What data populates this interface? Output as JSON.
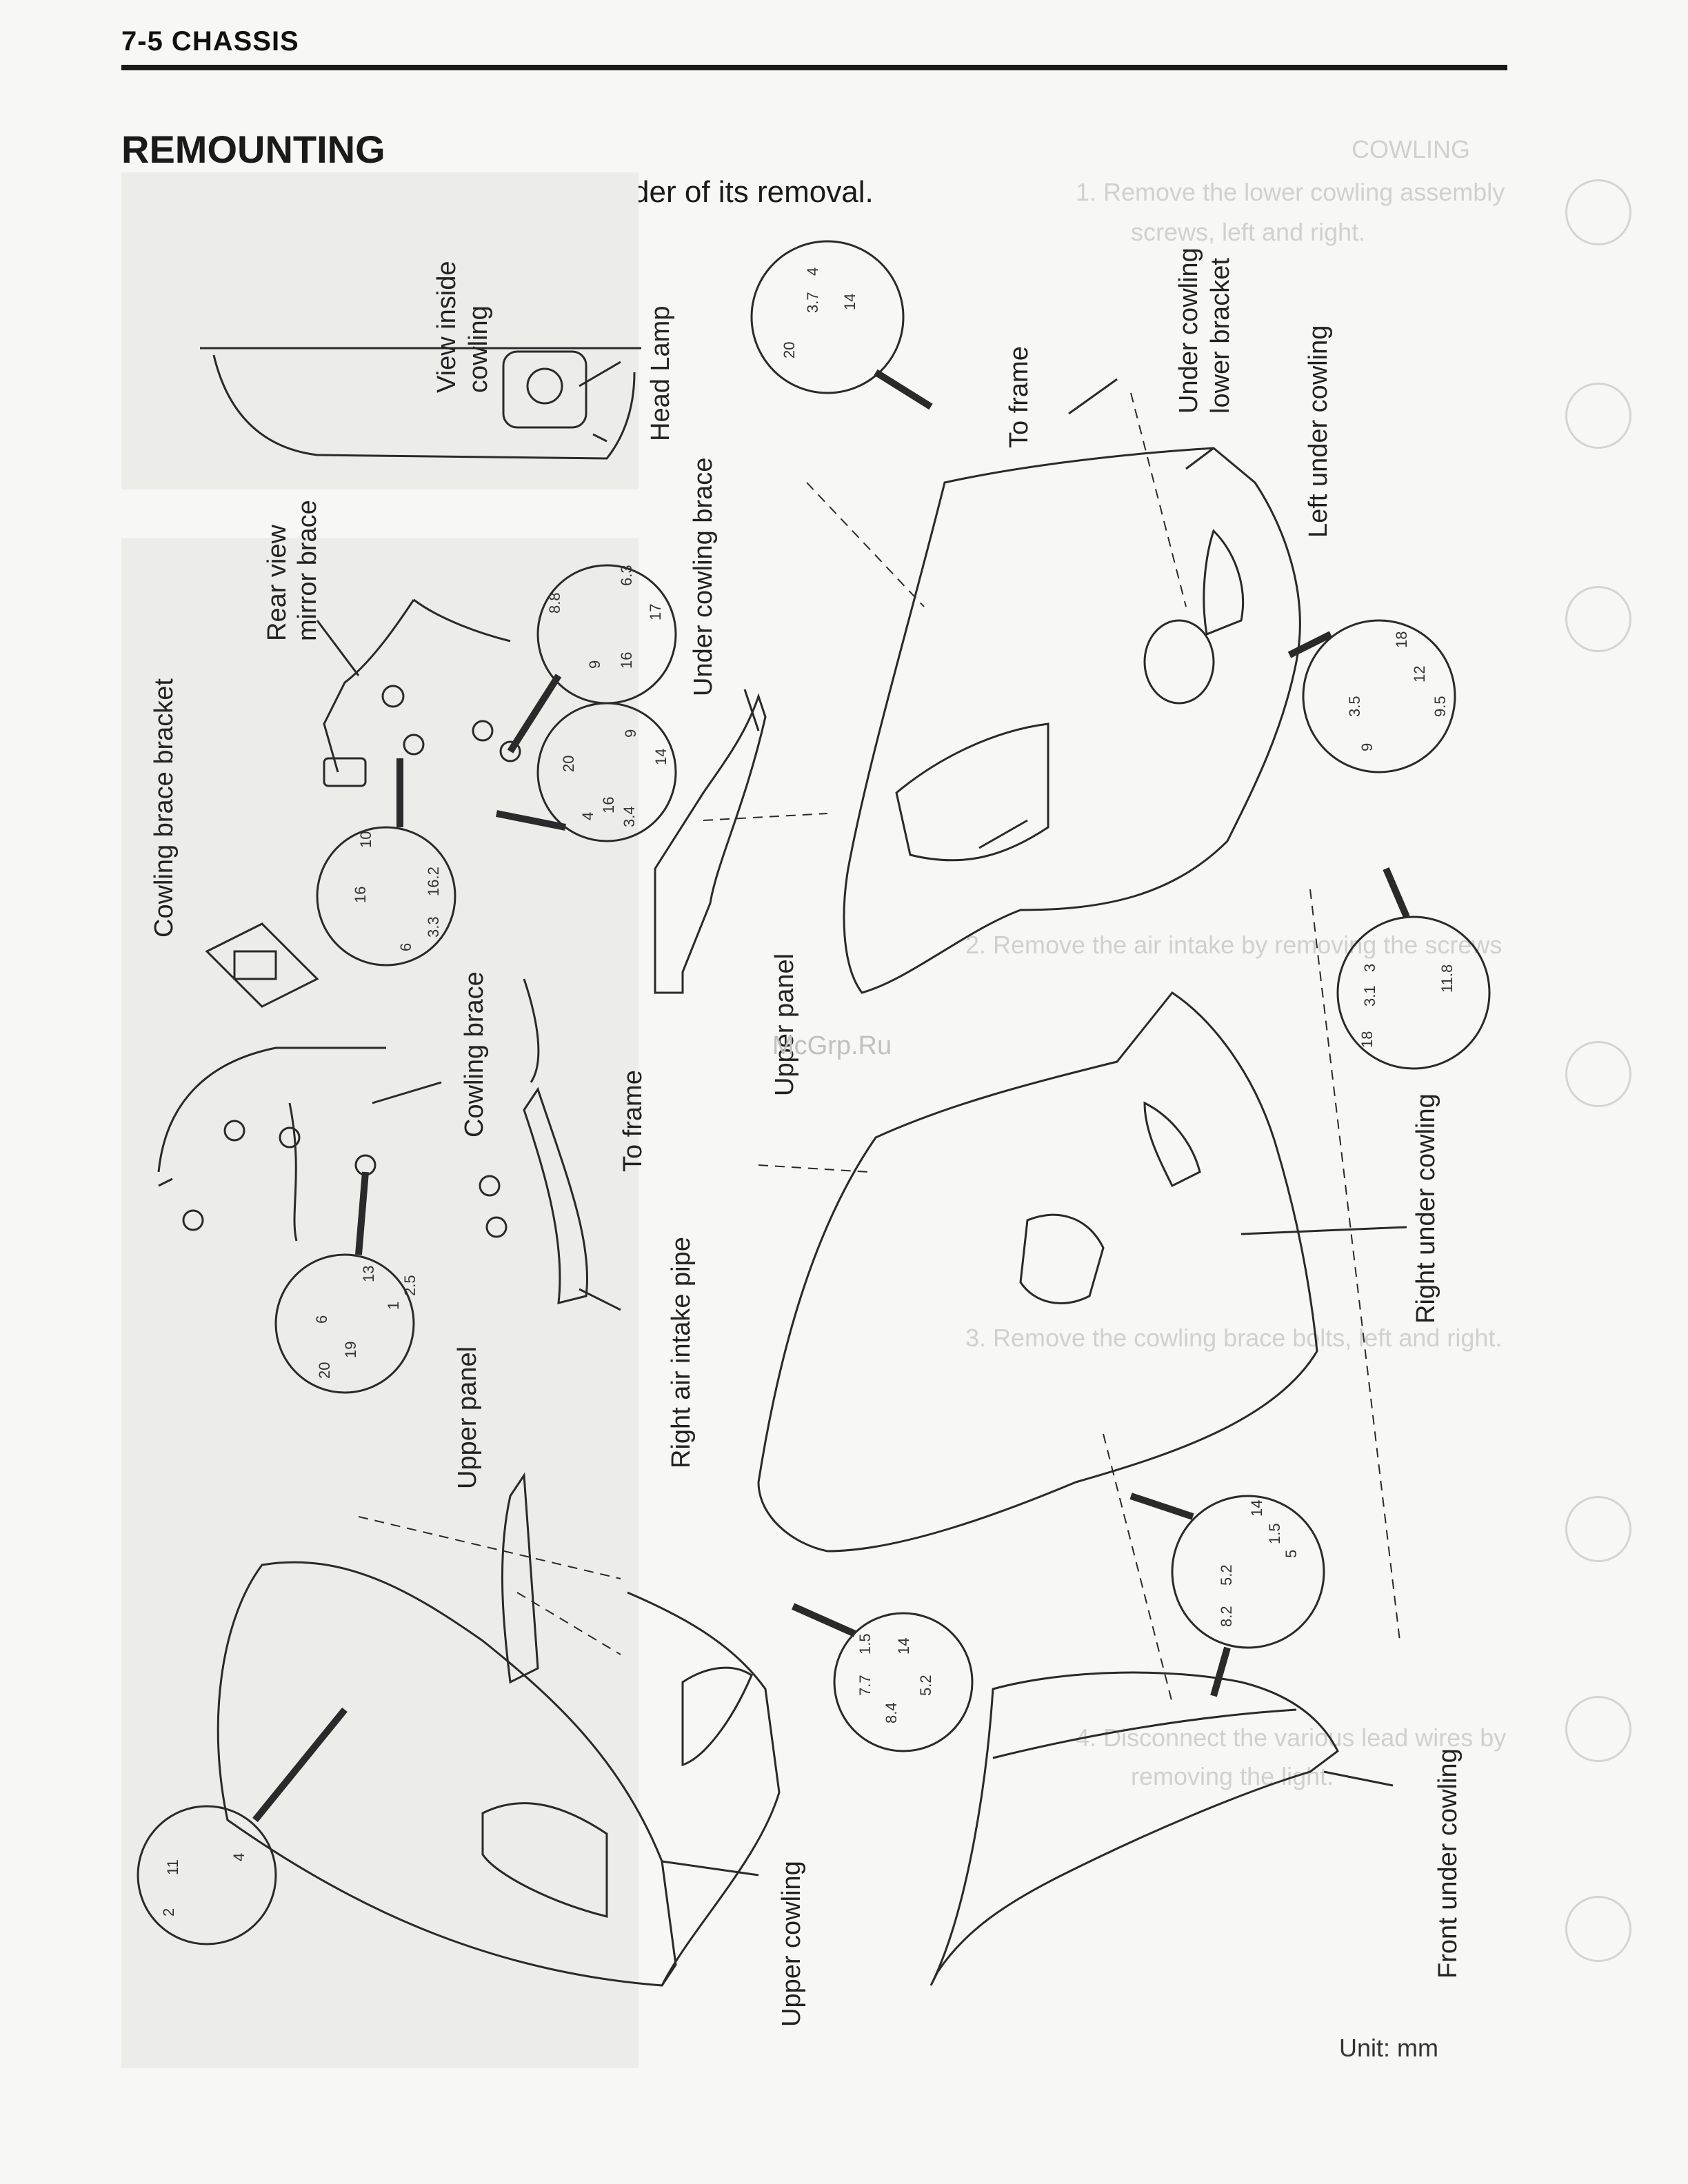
{
  "header": {
    "section": "7-5  CHASSIS"
  },
  "title": "REMOUNTING",
  "subtitle": "Remount the cowling in the reverse order of its removal.",
  "watermark": "McGrp.Ru",
  "unit": "Unit: mm",
  "labels": {
    "view_inside": "View inside",
    "cowling": "cowling",
    "head_lamp": "Head Lamp",
    "rear_view": "Rear view",
    "mirror_brace": "mirror brace",
    "cowling_brace_bracket": "Cowling brace bracket",
    "cowling_brace": "Cowling brace",
    "to_frame": "To frame",
    "right_air_intake": "Right air intake pipe",
    "upper_panel": "Upper panel",
    "upper_cowling": "Upper cowling",
    "under_cowling_brace": "Under cowling brace",
    "under_cowling_lower": "Under cowling",
    "lower_bracket": "lower bracket",
    "left_under_cowling": "Left under cowling",
    "right_under_cowling": "Right under cowling",
    "front_under_cowling": "Front under cowling"
  },
  "ghost_text": {
    "g1": "COWLING",
    "g2": "1. Remove the lower cowling assembly",
    "g3": "screws, left and right.",
    "g4": "2. Remove the air intake by removing the screws",
    "g5": "3. Remove the cowling brace bolts, left and right.",
    "g6": "4. Disconnect the various lead wires by",
    "g7": "removing the light."
  },
  "dims": {
    "d1": [
      "20",
      "3.7",
      "4",
      "14"
    ],
    "d2": [
      "8.8",
      "9",
      "16",
      "6.3",
      "17"
    ],
    "d3": [
      "20",
      "4",
      "16",
      "3.4",
      "9",
      "14"
    ],
    "d4": [
      "16",
      "6",
      "10",
      "3.3",
      "16.2"
    ],
    "d5": [
      "6",
      "20",
      "19",
      "13",
      "1",
      "2.5"
    ],
    "d6": [
      "3.5",
      "9",
      "18",
      "12",
      "9.5"
    ],
    "d7": [
      "18",
      "3.1",
      "3",
      "11.8"
    ],
    "d8": [
      "5.2",
      "8.2",
      "14",
      "1.5",
      "5"
    ],
    "d9": [
      "7.7",
      "1.5",
      "8.4",
      "14",
      "5.2"
    ],
    "d10": [
      "11",
      "2",
      "4"
    ]
  }
}
